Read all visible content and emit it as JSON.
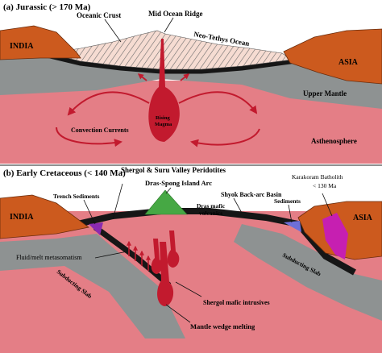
{
  "panel_a": {
    "title": "(a) Jurassic (> 170 Ma)",
    "labels": {
      "oceanic_crust": "Oceanic Crust",
      "mid_ocean_ridge": "Mid Ocean Ridge",
      "neo_tethys": "Neo-Tethys Ocean",
      "india": "INDIA",
      "asia": "ASIA",
      "upper_mantle": "Upper Mantle",
      "rising_magma_1": "Rising",
      "rising_magma_2": "Magma",
      "convection": "Convection Currents",
      "asthenosphere": "Asthenosphere"
    }
  },
  "panel_b": {
    "title": "(b) Early Cretaceous (< 140 Ma)",
    "labels": {
      "shergol_suru": "Shergol & Suru Valley Peridotites",
      "dras_spong": "Dras-Spong Island Arc",
      "karakoram_1": "Karakoram Batholith",
      "karakoram_2": "< 130 Ma",
      "trench_sediments": "Trench Sediments",
      "shyok": "Shyok Back-arc Basin",
      "sediments": "Sediments",
      "dras_mafic_1": "Dras mafic",
      "dras_mafic_2": "volcanics",
      "india": "INDIA",
      "asia": "ASIA",
      "fluid_melt": "Fluid/melt metasomatism",
      "subducting_slab_left": "Subducting Slab",
      "subducting_slab_right": "Subducting Slab",
      "shergol_mafic": "Shergol mafic intrusives",
      "mantle_wedge": "Mantle wedge melting"
    }
  },
  "colors": {
    "continent": "#cc5a1e",
    "crust_gray": "#8e9292",
    "mantle_pink": "#e47e86",
    "lithosphere_black": "#161616",
    "magma_red": "#c21a2e",
    "arc_green": "#46a844",
    "batholith_magenta": "#c61fb1",
    "sediment_blue": "#6d6fd8",
    "sediment_purple": "#8a2ab0"
  }
}
